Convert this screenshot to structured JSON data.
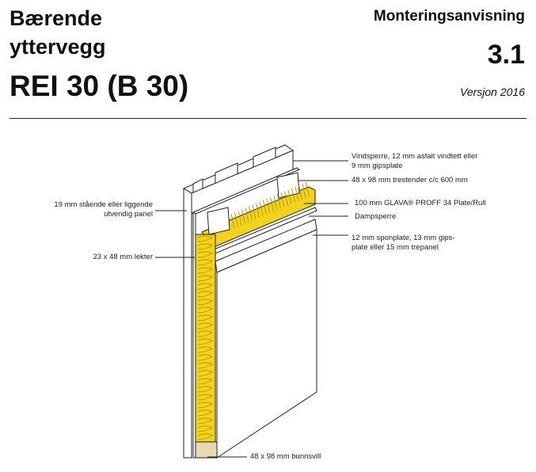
{
  "header": {
    "title_line1": "Bærende",
    "title_line2": "yttervegg",
    "title_line3": "REI 30 (B 30)",
    "doc_type": "Monteringsanvisning",
    "number": "3.1",
    "version": "Versjon 2016"
  },
  "labels": {
    "vindsperre_1": "Vindsperre, 12 mm asfalt vindtett eller",
    "vindsperre_2": "9 mm gipsplate",
    "stender": "48 x 98 mm trestender c/c 600 mm",
    "isolasjon": "100 mm GLAVA® PROFF 34 Plate/Rull",
    "dampsperre": "Dampsperre",
    "innvendig_1": "12 mm sponplate, 13 mm gips-",
    "innvendig_2": "plate eller 15 mm trepanel",
    "panel_1": "19 mm stående eller liggende",
    "panel_2": "utvendig panel",
    "lekter": "23 x 48 mm lekter",
    "bunnsvill": "48 x 98 mm bunnsvill"
  },
  "colors": {
    "insulation": "#f2d21a",
    "insulation_line": "#b89a00",
    "sill": "#e8d9b0"
  }
}
